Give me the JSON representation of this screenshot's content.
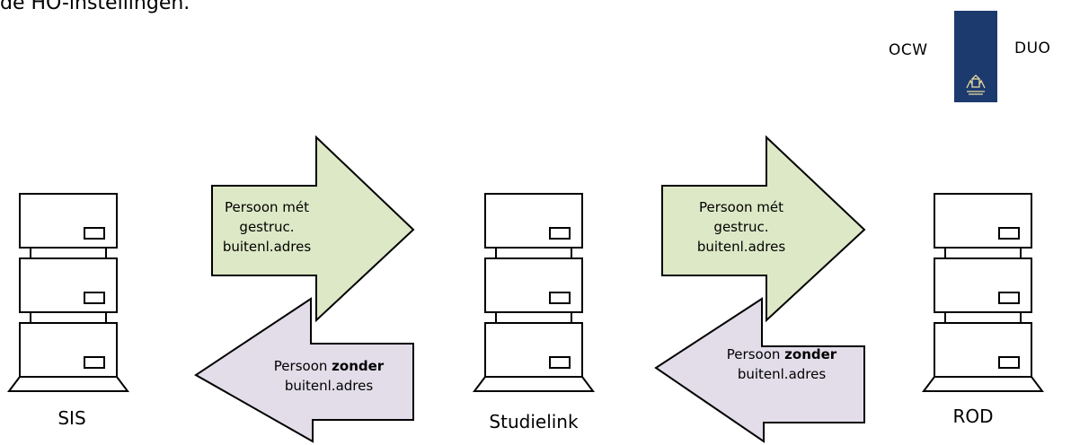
{
  "intro_text": "de HO-instellingen.",
  "logo": {
    "left": "OCW",
    "right": "DUO",
    "bar_color": "#1c3a6e"
  },
  "servers": {
    "sis": {
      "label": "SIS"
    },
    "studielink": {
      "label": "Studielink"
    },
    "rod": {
      "label": "ROD"
    }
  },
  "arrows": {
    "right1": {
      "line1": "Persoon mét",
      "line2": "gestruc.",
      "line3": "buitenl.adres",
      "fill": "#dde8c6"
    },
    "left1": {
      "prefix": "Persoon ",
      "bold": "zonder",
      "line2": "buitenl.adres",
      "fill": "#e2dde9"
    },
    "right2": {
      "line1": "Persoon mét",
      "line2": "gestruc.",
      "line3": "buitenl.adres",
      "fill": "#dde8c6"
    },
    "left2": {
      "prefix": "Persoon ",
      "bold": "zonder",
      "line2": "buitenl.adres",
      "fill": "#e2dde9"
    }
  }
}
